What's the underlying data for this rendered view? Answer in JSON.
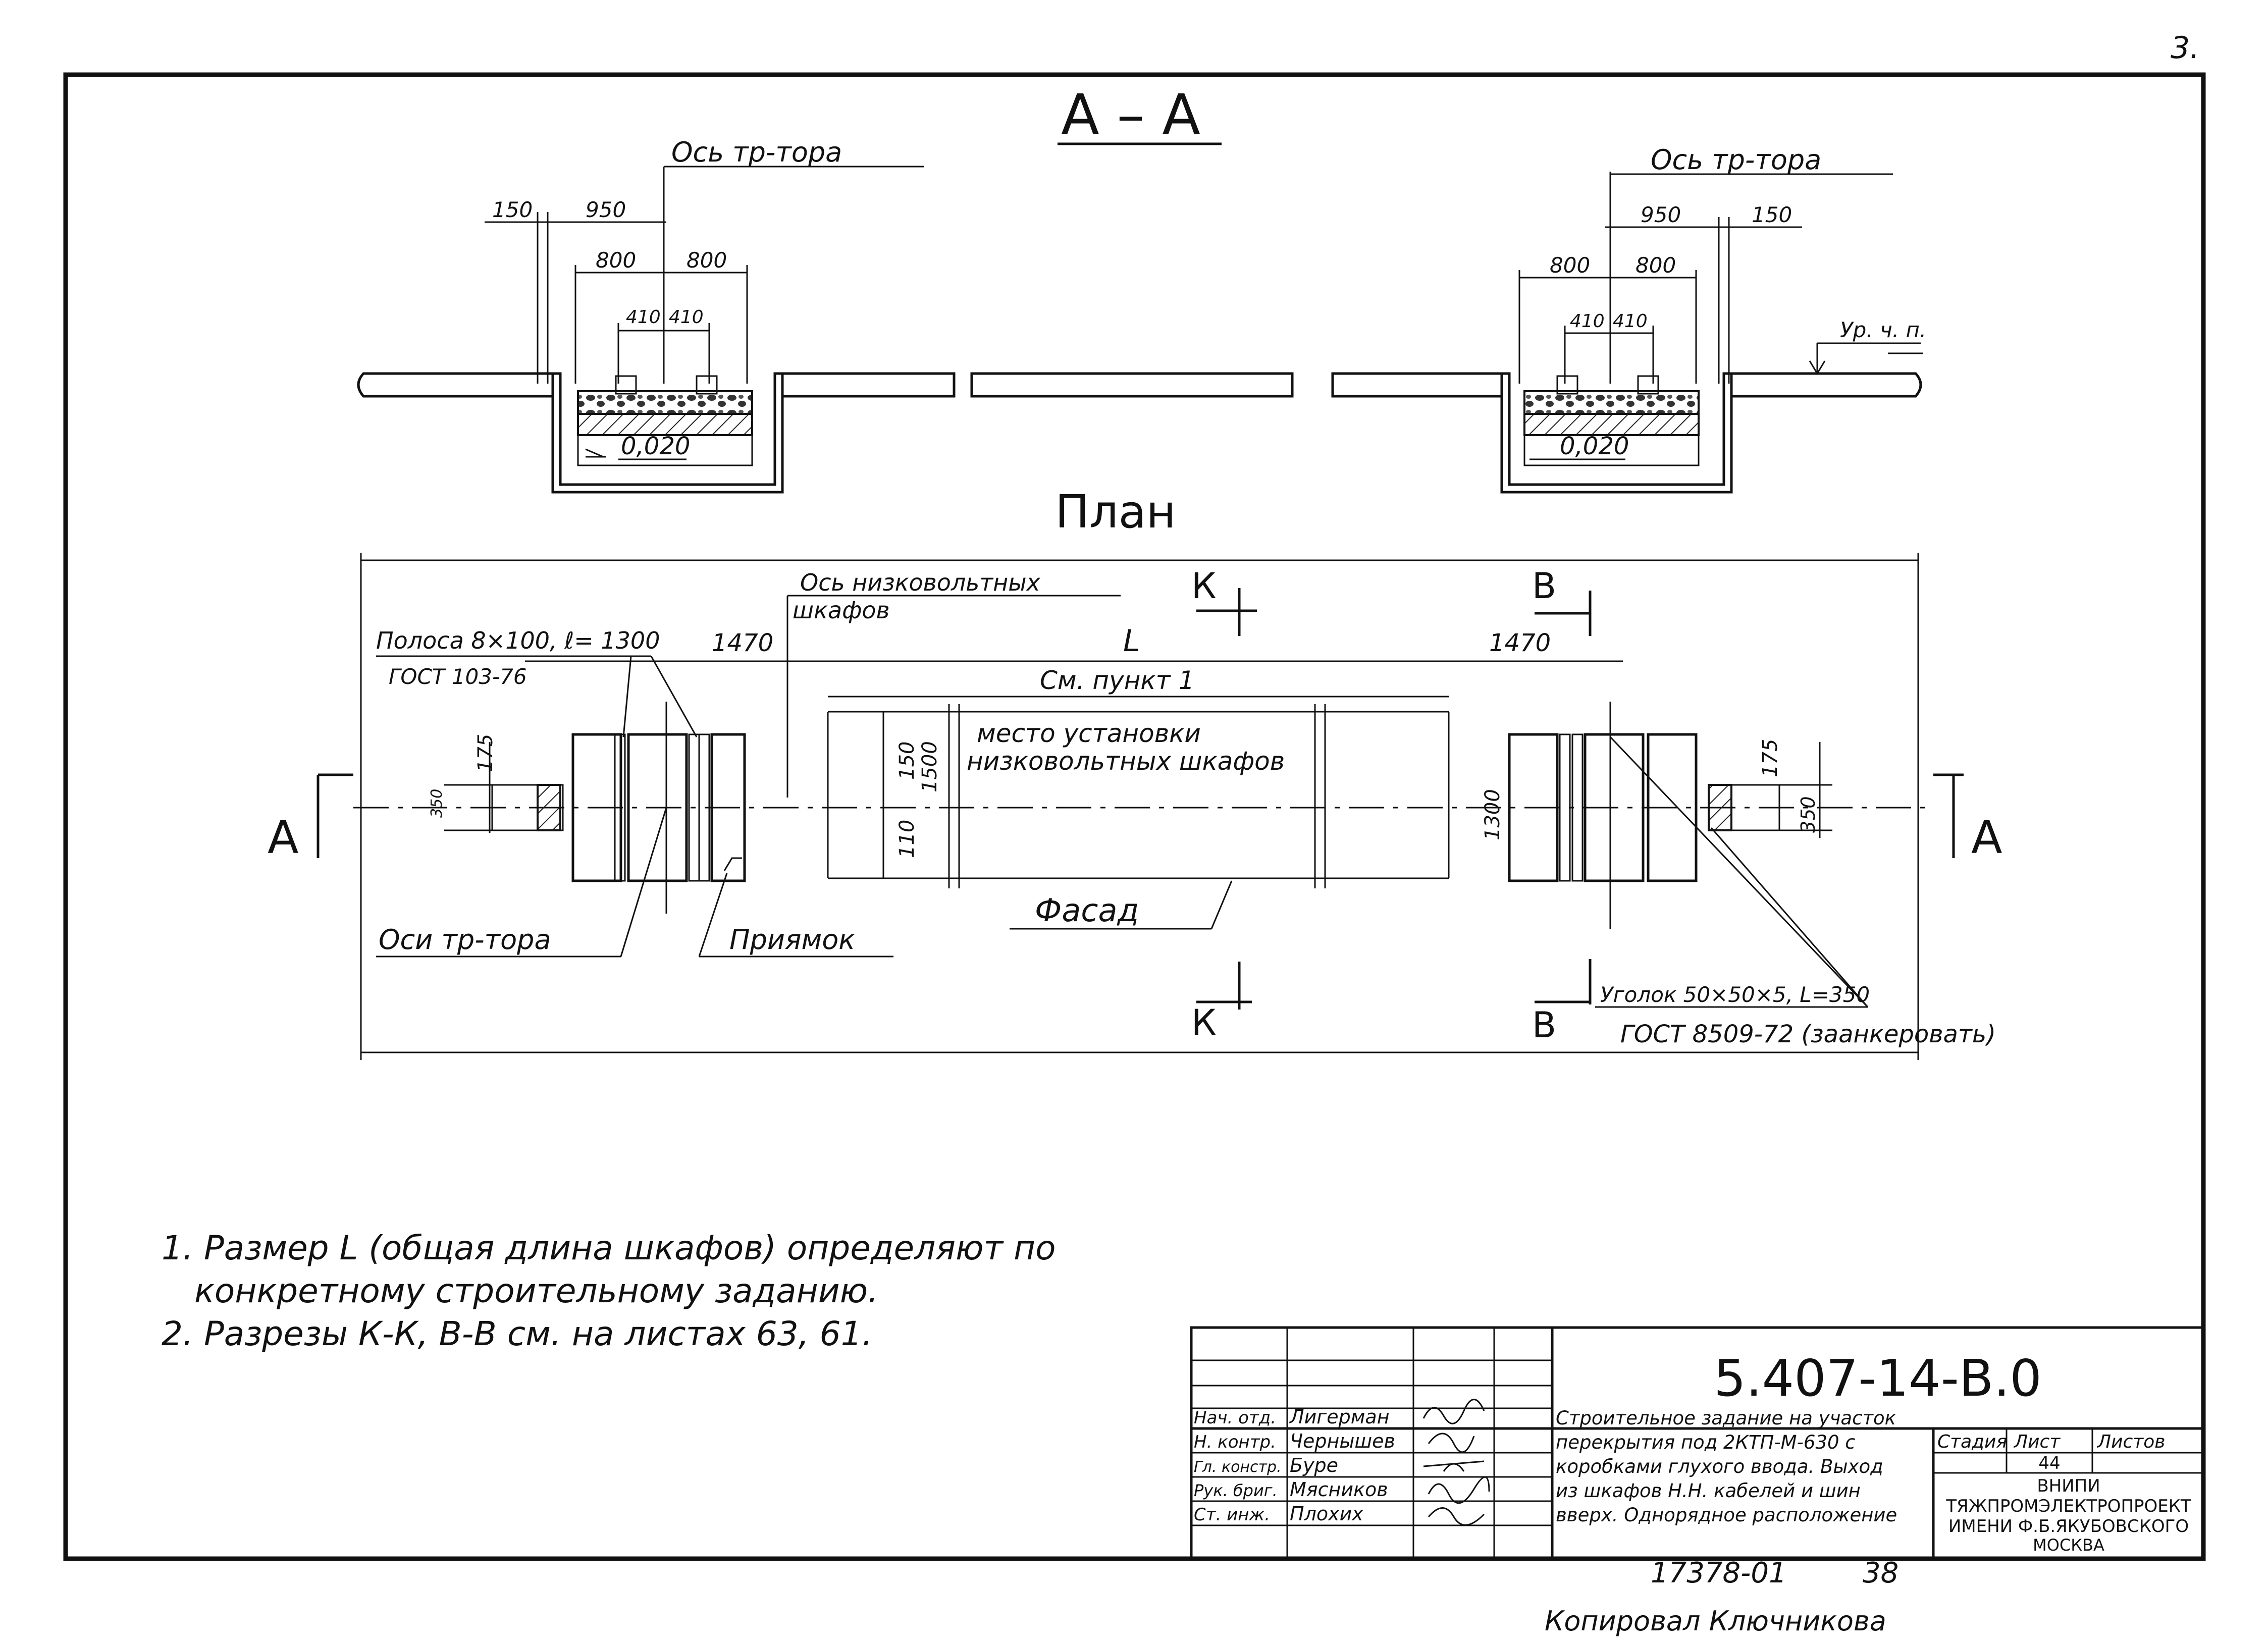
{
  "page_number": "3.",
  "section": {
    "title": "А – А",
    "left_axis_label": "Ось тр-тора",
    "right_axis_label": "Ось тр-тора",
    "dims_left": [
      "150",
      "950",
      "800",
      "800",
      "410",
      "410"
    ],
    "dims_right": [
      "950",
      "150",
      "800",
      "800",
      "410",
      "410"
    ],
    "slope_left": "0,020",
    "slope_right": "0,020",
    "level_label": "Ур. ч. п."
  },
  "plan": {
    "title": "План",
    "lv_axis_label_line1": "Ось низковольтных",
    "lv_axis_label_line2": "шкафов",
    "strip_label": "Полоса 8×100, ℓ= 1300",
    "strip_gost": "ГОСТ 103-76",
    "dim_1470_left": "1470",
    "dim_L": "L",
    "dim_1470_right": "1470",
    "see_item": "См. пункт 1",
    "install_label_line1": "место установки",
    "install_label_line2": "низковольтных шкафов",
    "dims_vertical_left": [
      "175",
      "350"
    ],
    "dims_vertical_mid": [
      "150",
      "1500",
      "110"
    ],
    "dim_vertical_right_1300": "1300",
    "dims_vertical_right": [
      "175",
      "350"
    ],
    "facade_label": "Фасад",
    "transformer_axes_label": "Оси тр-тора",
    "pit_label": "Приямок",
    "angle_label": "Уголок 50×50×5, L=350",
    "angle_gost": "ГОСТ 8509-72 (заанкеровать)",
    "marker_K_top": "К",
    "marker_K_bottom": "К",
    "marker_B_top": "В",
    "marker_B_bottom": "В",
    "marker_A_left": "А",
    "marker_A_right": "А"
  },
  "notes": [
    "1. Размер L (общая длина шкафов) определяют по",
    "конкретному строительному заданию.",
    "2. Разрезы К-К, В-В см. на листах 63, 61."
  ],
  "title_block": {
    "doc_code": "5.407-14-В.0",
    "roles": [
      {
        "role": "Нач. отд.",
        "name": "Лигерман"
      },
      {
        "role": "Н. контр.",
        "name": "Чернышев"
      },
      {
        "role": "Гл. констр.",
        "name": "Буре"
      },
      {
        "role": "Рук. бриг.",
        "name": "Мясников"
      },
      {
        "role": "Ст. инж.",
        "name": "Плохих"
      }
    ],
    "description": [
      "Строительное задание на участок",
      "перекрытия под 2КТП-М-630 с",
      "коробками глухого ввода. Выход",
      "из шкафов Н.Н. кабелей и шин",
      "вверх. Однорядное расположение"
    ],
    "col_stage": "Стадия",
    "col_sheet": "Лист",
    "col_sheets": "Листов",
    "sheet_value": "44",
    "org_line1": "ВНИПИ",
    "org_line2": "ТЯЖПРОМЭЛЕКТРОПРОЕКТ",
    "org_line3": "ИМЕНИ Ф.Б.ЯКУБОВСКОГО",
    "org_line4": "МОСКВА"
  },
  "footer": {
    "archive_no": "17378-01",
    "archive_page": "38",
    "copied_by": "Копировал Ключникова"
  }
}
